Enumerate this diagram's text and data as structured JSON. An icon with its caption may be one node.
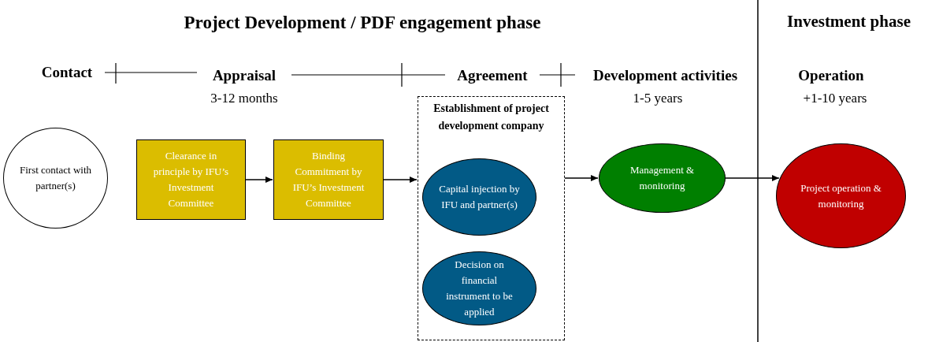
{
  "diagram": {
    "nodes": [
      {
        "text": [
          "First contact with partner(s)"
        ]
      },
      {
        "text": [
          "Clearance in principle by IFU’s Investment Committee"
        ]
      },
      {
        "text": [
          "Binding Commitment by IFU’s Investment Committee"
        ]
      },
      {
        "text": [
          "Establishment of project development company"
        ]
      },
      {
        "text": [
          "Capital injection by IFU and partner(s)"
        ],
        "in": 3
      },
      {
        "text": [
          "Decision on financial instrument to be applied"
        ],
        "in": 3
      },
      {
        "text": [
          "Management & monitoring"
        ]
      },
      {
        "text": [
          "Project operation & monitoring"
        ]
      }
    ],
    "edges": [
      {
        "from": 1,
        "to": 2,
        "arrow": "to"
      },
      {
        "from": 2,
        "to": 3,
        "arrow": "to"
      },
      {
        "from": 3,
        "to": 6,
        "arrow": "to"
      },
      {
        "from": 6,
        "to": 7,
        "arrow": "to"
      }
    ],
    "labels": [
      "Project Development / PDF engagement phase",
      "Investment phase",
      "Contact",
      "Appraisal",
      "3-12 months",
      "Agreement",
      "Development activities",
      "1-5 years",
      "Operation",
      "+1-10 years"
    ]
  }
}
